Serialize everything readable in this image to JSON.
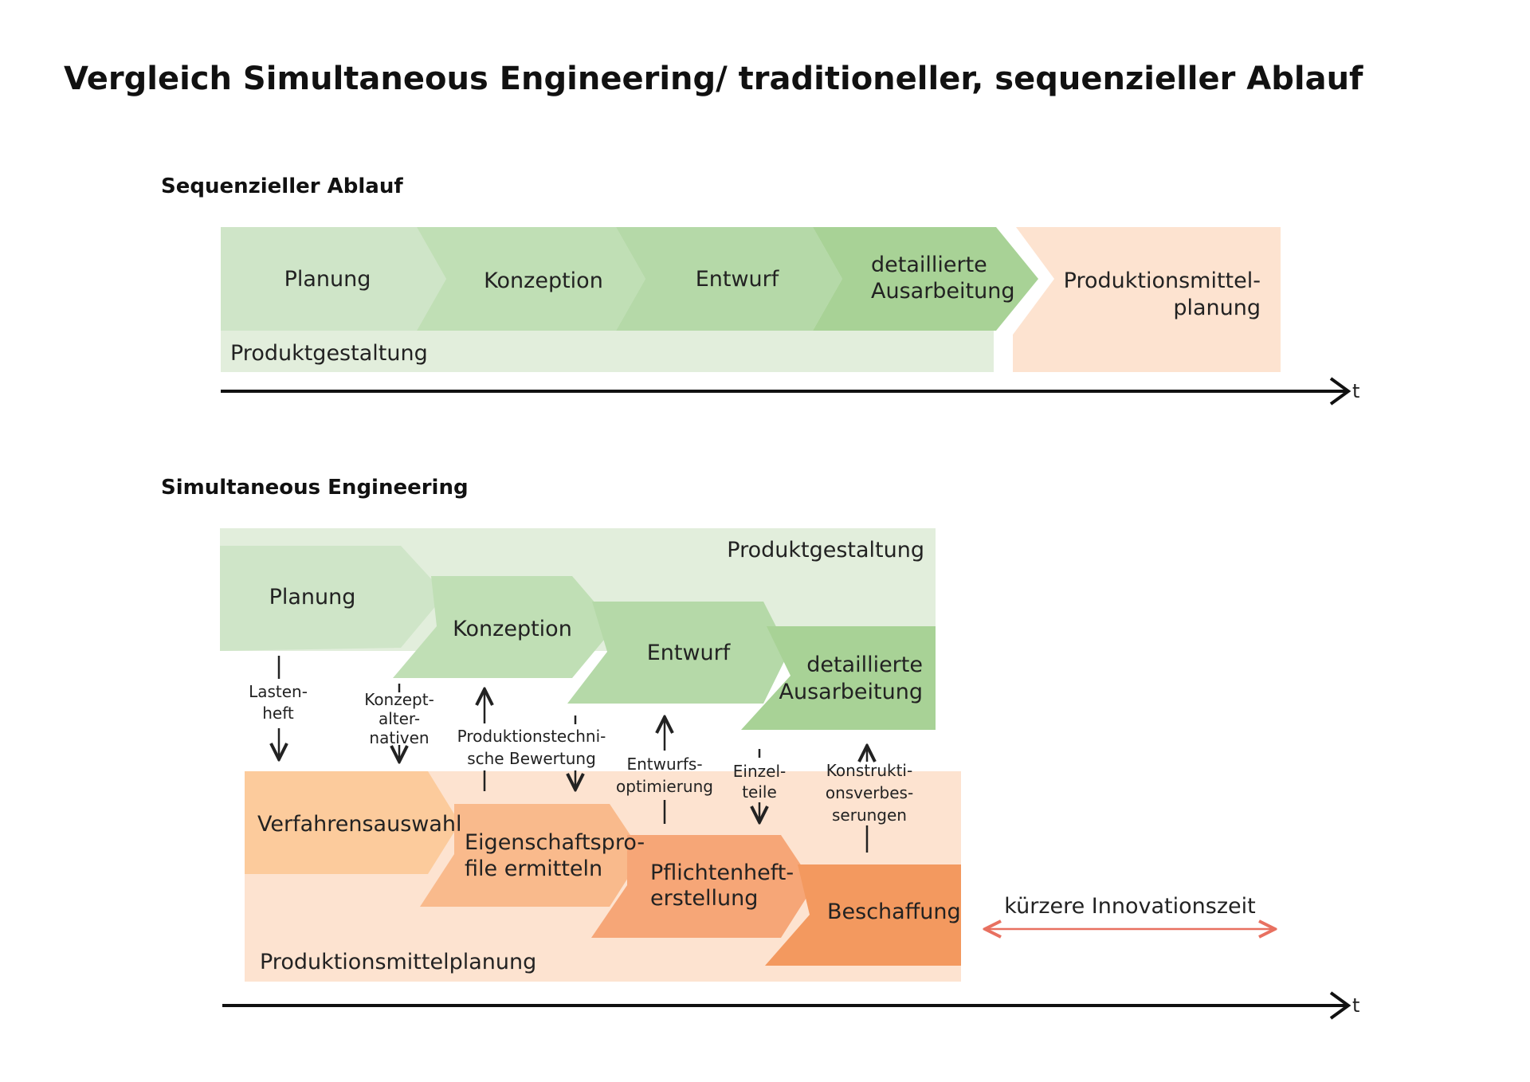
{
  "title": "Vergleich Simultaneous Engineering/ traditioneller, sequenzieller Ablauf",
  "sequential": {
    "heading": "Sequenzieller Ablauf",
    "phases": [
      "Planung",
      "Konzeption",
      "Entwurf"
    ],
    "phase4": [
      "detaillierte",
      "Ausarbeitung"
    ],
    "band_label": "Produktgestaltung",
    "production": [
      "Produktionsmittel-",
      "planung"
    ],
    "axis_label": "t"
  },
  "simultaneous": {
    "heading": "Simultaneous Engineering",
    "band_label": "Produktgestaltung",
    "design_phases": [
      "Planung",
      "Konzeption",
      "Entwurf"
    ],
    "design_phase4": [
      "detaillierte",
      "Ausarbeitung"
    ],
    "production_band_label": "Produktionsmittelplanung",
    "production_phase1": "Verfahrensauswahl",
    "production_phase2": [
      "Eigenschaftspro-",
      "file ermitteln"
    ],
    "production_phase3": [
      "Pflichtenheft-",
      "erstellung"
    ],
    "production_phase4": "Beschaffung",
    "exchanges": {
      "lastenheft": [
        "Lasten-",
        "heft"
      ],
      "konzeptalternativen": [
        "Konzept-",
        "alter-",
        "nativen"
      ],
      "bewertung": [
        "Produktionstechni-",
        "sche Bewertung"
      ],
      "entwurfsoptimierung": [
        "Entwurfs-",
        "optimierung"
      ],
      "einzelteile": [
        "Einzel-",
        "teile"
      ],
      "konstruktion": [
        "Konstrukti-",
        "onsverbes-",
        "serungen"
      ]
    },
    "time_saving": "kürzere Innovationszeit",
    "axis_label": "t"
  },
  "colors": {
    "band_green": "#e2eedc",
    "green1": "#cfe5c8",
    "green2": "#c0dfb5",
    "green3": "#b5d9a8",
    "green4": "#a8d296",
    "band_orange": "#fde3d0",
    "orange1": "#fccb9c",
    "orange2": "#f9ba8c",
    "orange3": "#f6a677",
    "orange4": "#f3995f",
    "arrow_red": "#e87060"
  }
}
